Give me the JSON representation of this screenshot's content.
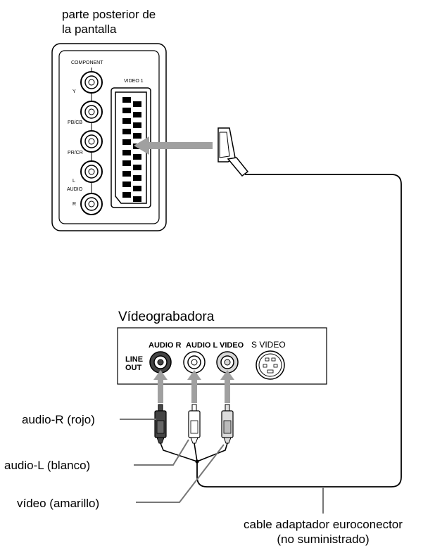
{
  "tv": {
    "caption_line1": "parte posterior de",
    "caption_line2": "la pantalla",
    "component_label": "COMPONENT",
    "video1_label": "VIDEO 1",
    "jack_y": "Y",
    "jack_pb": "PB/CB",
    "jack_pr": "PR/CR",
    "jack_l": "L",
    "audio_label": "AUDIO",
    "jack_r": "R"
  },
  "vcr": {
    "title": "Vídeograbadora",
    "line_out_1": "LINE",
    "line_out_2": "OUT",
    "audio_r": "AUDIO R",
    "audio_l": "AUDIO L",
    "video": "VIDEO",
    "s_video": "S VIDEO"
  },
  "callouts": {
    "audio_r": "audio-R (rojo)",
    "audio_l": "audio-L (blanco)",
    "video": "vídeo (amarillo)",
    "cable_line1": "cable adaptador euroconector",
    "cable_line2": "(no suministrado)"
  },
  "colors": {
    "arrow": "#a0a0a0",
    "outline": "#000000",
    "dark_plug": "#444444",
    "light_plug": "#dcdcdc"
  }
}
